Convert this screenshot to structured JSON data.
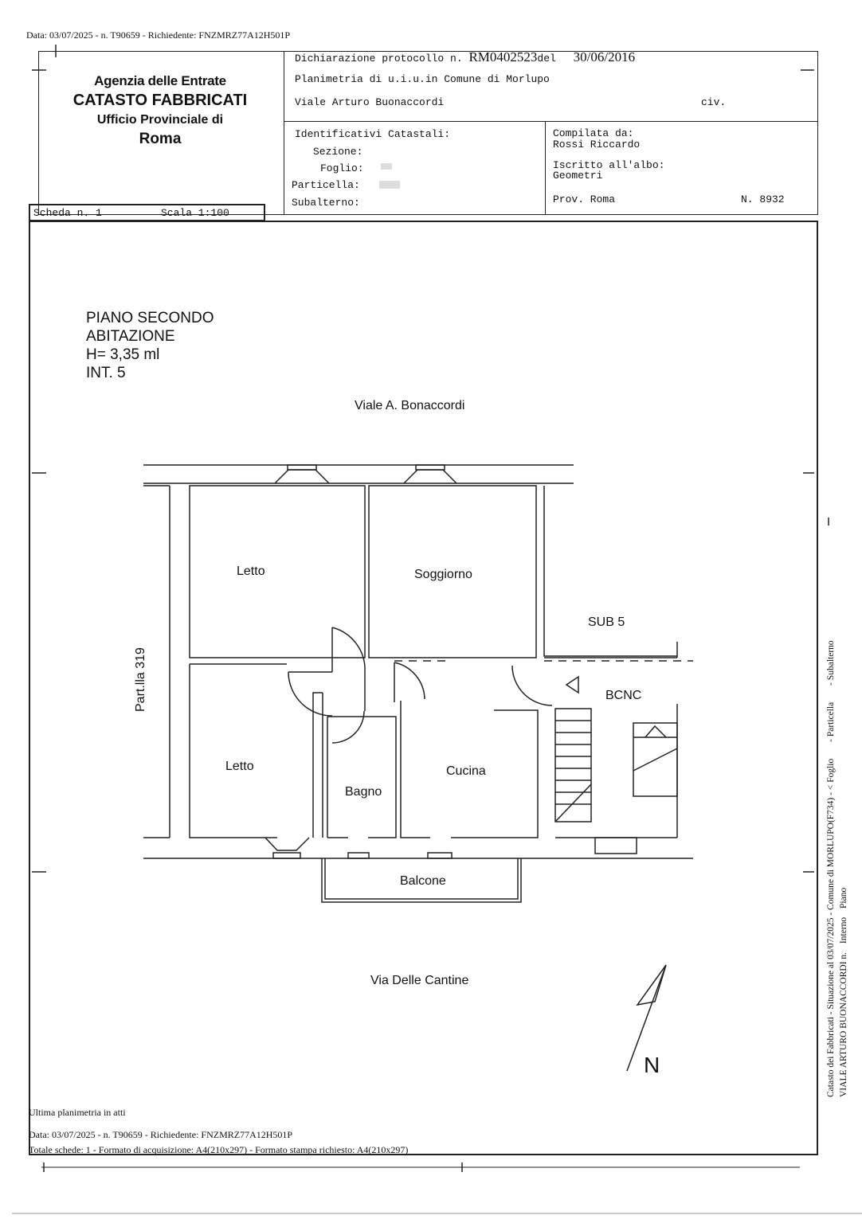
{
  "top_meta": "Data: 03/07/2025 - n. T90659 - Richiedente: FNZMRZ77A12H501P",
  "agency": {
    "line1": "Agenzia delle Entrate",
    "line2": "CATASTO FABBRICATI",
    "line3": "Ufficio Provinciale di",
    "line4": "Roma"
  },
  "header": {
    "protocol_label": "Dichiarazione protocollo n.",
    "protocol_number": "RM0402523",
    "protocol_del": "del",
    "protocol_date": "30/06/2016",
    "planimetria": "Planimetria di u.i.u.in Comune di Morlupo",
    "address": "Viale Arturo Buonaccordi",
    "civ": "civ.",
    "identificativi": "Identificativi Catastali:",
    "sezione": "Sezione:",
    "foglio": "Foglio:",
    "particella": "Particella:",
    "subalterno": "Subalterno:",
    "compilata": "Compilata da:",
    "compilatore": "Rossi Riccardo",
    "iscritto": "Iscritto all'albo:",
    "albo": "Geometri",
    "prov": "Prov. Roma",
    "numero": "N. 8932"
  },
  "scheda": {
    "scheda": "Scheda n. 1",
    "scala": "Scala 1:100"
  },
  "plan": {
    "floor": "PIANO SECONDO",
    "use": "ABITAZIONE",
    "height": "H= 3,35 ml",
    "interno": "INT. 5",
    "street_top": "Viale A. Bonaccordi",
    "street_bottom": "Via Delle Cantine",
    "part_side": "Part.lla 319",
    "rooms": {
      "letto1": "Letto",
      "soggiorno": "Soggiorno",
      "sub5": "SUB 5",
      "bcnc": "BCNC",
      "letto2": "Letto",
      "bagno": "Bagno",
      "cucina": "Cucina",
      "balcone": "Balcone"
    },
    "north": "N"
  },
  "side_vertical": {
    "line1": "Catasto dei Fabbricati - Situazione al 03/07/2025 - Comune di MORLUPO(F734) - < Foglio",
    "line1b": "- Particella",
    "line1c": "- Subalterno",
    "line2": "VIALE ARTURO BUONACCORDI n.",
    "line2b": "Interno",
    "line2c": "Piano"
  },
  "footer": {
    "ultima": "Ultima planimetria in atti",
    "data": "Data: 03/07/2025 - n. T90659 - Richiedente: FNZMRZ77A12H501P",
    "totale": "Totale schede: 1 - Formato di acquisizione: A4(210x297)  - Formato stampa richiesto: A4(210x297)"
  }
}
